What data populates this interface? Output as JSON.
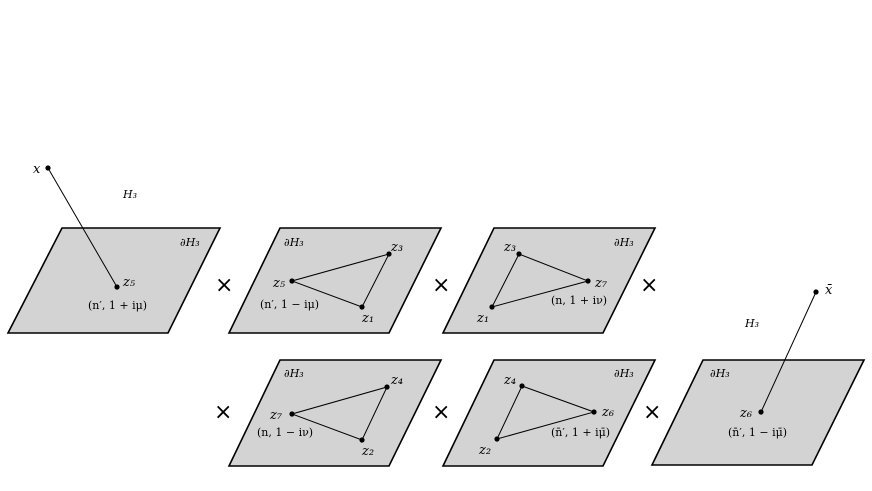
{
  "labels": {
    "x": "x",
    "xbar": "x̄",
    "H3": "H₃",
    "dH3": "∂H₃",
    "times": "×"
  },
  "panels": [
    {
      "id": "p1",
      "points": [
        {
          "label": "z₅",
          "coord": "(n′, 1 + iμ)"
        }
      ]
    },
    {
      "id": "p2",
      "points": [
        {
          "label": "z₃"
        },
        {
          "label": "z₅",
          "coord": "(n′, 1 − iμ)"
        },
        {
          "label": "z₁"
        }
      ]
    },
    {
      "id": "p3",
      "points": [
        {
          "label": "z₃"
        },
        {
          "label": "z₇",
          "coord": "(n, 1 + iν)"
        },
        {
          "label": "z₁"
        }
      ]
    },
    {
      "id": "p4",
      "points": [
        {
          "label": "z₄"
        },
        {
          "label": "z₇",
          "coord": "(n, 1 − iν)"
        },
        {
          "label": "z₂"
        }
      ]
    },
    {
      "id": "p5",
      "points": [
        {
          "label": "z₄"
        },
        {
          "label": "z₆",
          "coord": "(n̄′, 1 + iμ̄)"
        },
        {
          "label": "z₂"
        }
      ]
    },
    {
      "id": "p6",
      "points": [
        {
          "label": "z₆",
          "coord": "(n̄′, 1 − iμ̄)"
        }
      ]
    }
  ]
}
